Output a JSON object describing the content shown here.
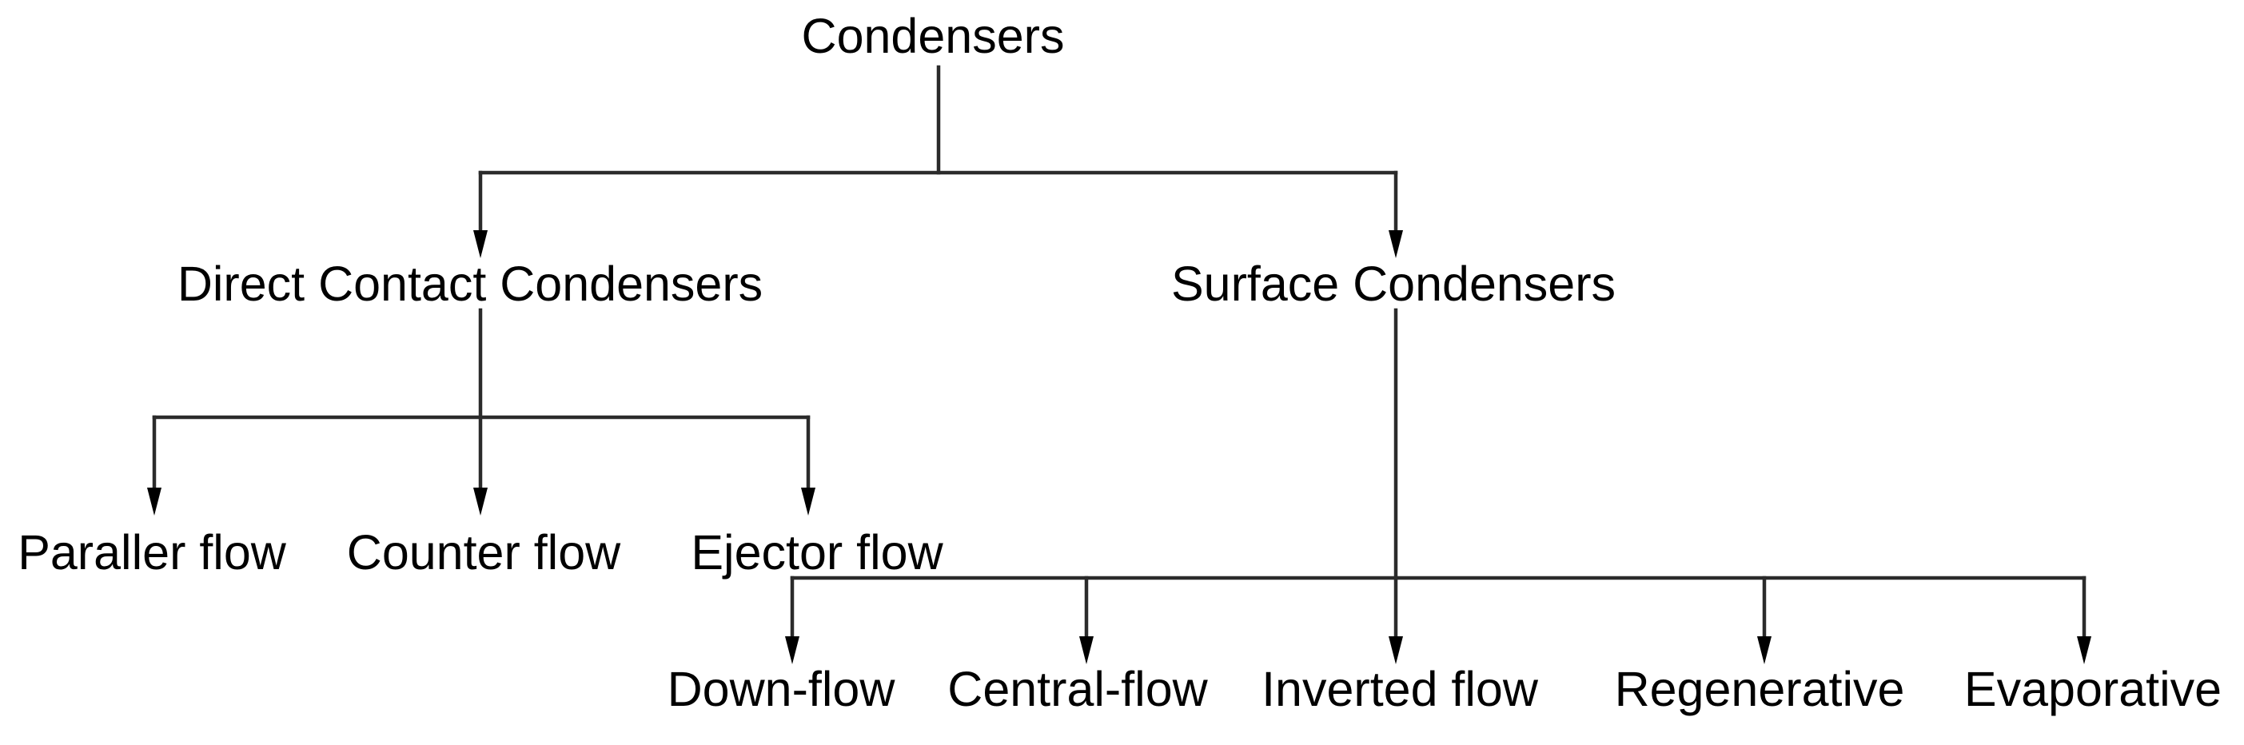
{
  "diagram": {
    "type": "tree",
    "colors": {
      "line": "#2b2b2b",
      "text": "#000000",
      "background": "#ffffff"
    },
    "root": {
      "id": "condensers",
      "label": "Condensers",
      "children": [
        {
          "id": "direct-contact",
          "label": "Direct Contact Condensers",
          "children": [
            {
              "id": "paraller-flow",
              "label": "Paraller flow"
            },
            {
              "id": "counter-flow",
              "label": "Counter flow"
            },
            {
              "id": "ejector-flow",
              "label": "Ejector flow"
            }
          ]
        },
        {
          "id": "surface",
          "label": "Surface Condensers",
          "children": [
            {
              "id": "down-flow",
              "label": "Down-flow"
            },
            {
              "id": "central-flow",
              "label": "Central-flow"
            },
            {
              "id": "inverted-flow",
              "label": "Inverted flow"
            },
            {
              "id": "regenerative",
              "label": "Regenerative"
            },
            {
              "id": "evaporative",
              "label": "Evaporative"
            }
          ]
        }
      ]
    },
    "edges": [
      {
        "from": "condensers",
        "to": "direct-contact"
      },
      {
        "from": "condensers",
        "to": "surface"
      },
      {
        "from": "direct-contact",
        "to": "paraller-flow"
      },
      {
        "from": "direct-contact",
        "to": "counter-flow"
      },
      {
        "from": "direct-contact",
        "to": "ejector-flow"
      },
      {
        "from": "surface",
        "to": "down-flow"
      },
      {
        "from": "surface",
        "to": "central-flow"
      },
      {
        "from": "surface",
        "to": "inverted-flow"
      },
      {
        "from": "surface",
        "to": "regenerative"
      },
      {
        "from": "surface",
        "to": "evaporative"
      }
    ]
  }
}
